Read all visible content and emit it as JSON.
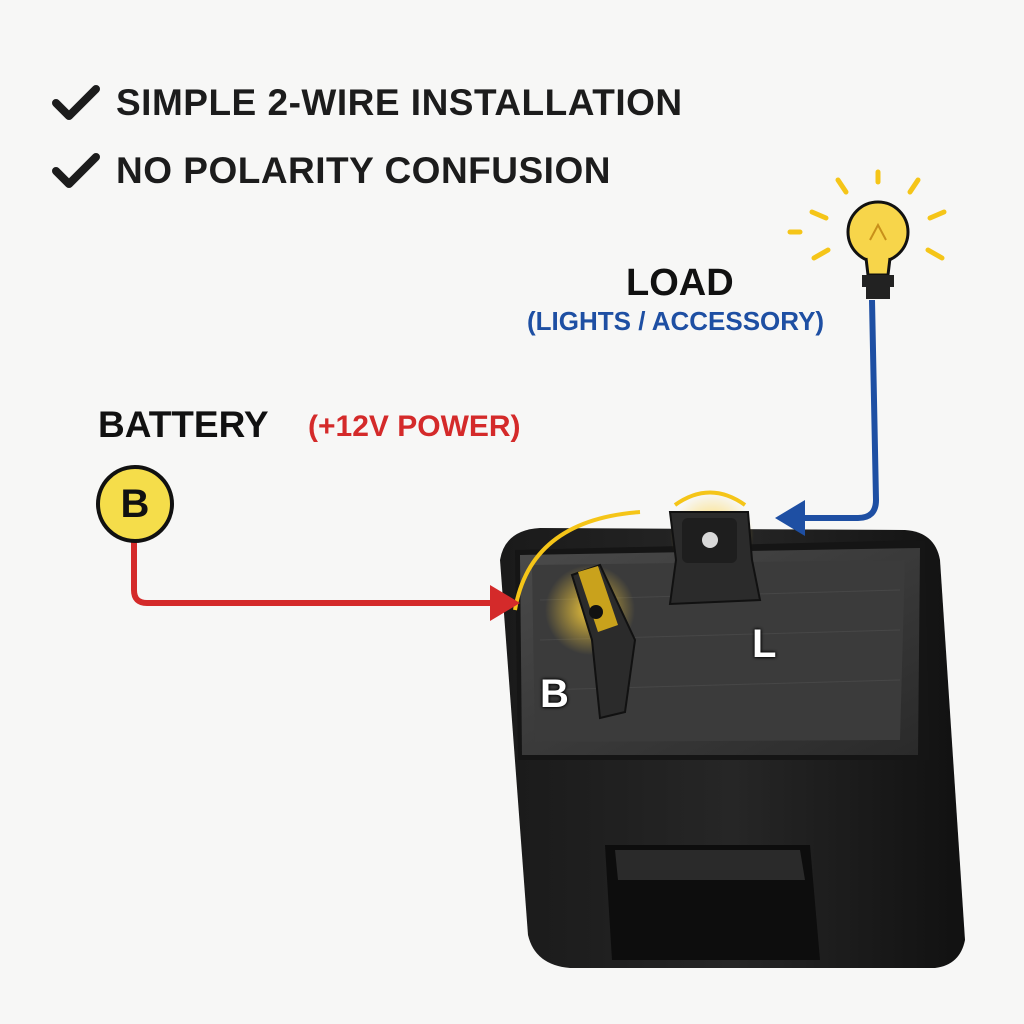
{
  "features": [
    {
      "icon": "check-icon",
      "text": "SIMPLE 2-WIRE INSTALLATION"
    },
    {
      "icon": "check-icon",
      "text": "NO POLARITY CONFUSION"
    }
  ],
  "battery": {
    "title": "BATTERY",
    "subtitle": "(+12V POWER)",
    "badge": "B",
    "wire_color": "#d42a2a"
  },
  "load": {
    "title": "LOAD",
    "subtitle": "(LIGHTS / ACCESSORY)",
    "icon": "light-bulb-icon",
    "wire_color": "#1e4fa3"
  },
  "relay": {
    "terminal_b": "B",
    "terminal_l": "L"
  },
  "colors": {
    "highlight": "#f5c518",
    "bulb": "#f7d54a"
  }
}
